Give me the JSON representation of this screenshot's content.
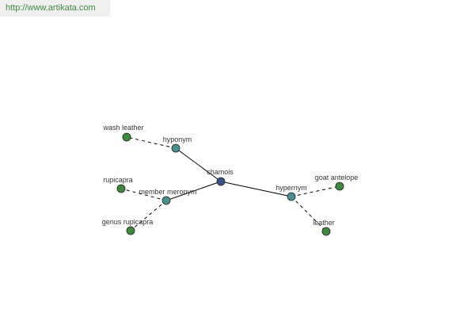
{
  "header": {
    "url_text": "http://www.artikata.com"
  },
  "colors": {
    "center_node": "#3a4f86",
    "relation_node": "#4a9090",
    "leaf_node": "#3f8a3f",
    "edge": "#000000",
    "link": "#3d8a3d"
  },
  "graph": {
    "nodes": [
      {
        "id": "center",
        "label": "chamois",
        "kind": "center"
      },
      {
        "id": "hyponym",
        "label": "hyponym",
        "kind": "relation"
      },
      {
        "id": "member_meronym",
        "label": "member meronym",
        "kind": "relation"
      },
      {
        "id": "hypernym",
        "label": "hypernym",
        "kind": "relation"
      },
      {
        "id": "wash_leather",
        "label": "wash leather",
        "kind": "leaf"
      },
      {
        "id": "rupicapra",
        "label": "rupicapra",
        "kind": "leaf"
      },
      {
        "id": "genus_rupicapra",
        "label": "genus rupicapra",
        "kind": "leaf"
      },
      {
        "id": "goat_antelope",
        "label": "goat antelope",
        "kind": "leaf"
      },
      {
        "id": "leather",
        "label": "leather",
        "kind": "leaf"
      }
    ],
    "edges": [
      {
        "from": "center",
        "to": "hyponym",
        "style": "solid"
      },
      {
        "from": "center",
        "to": "member_meronym",
        "style": "solid"
      },
      {
        "from": "center",
        "to": "hypernym",
        "style": "solid"
      },
      {
        "from": "hyponym",
        "to": "wash_leather",
        "style": "dashed"
      },
      {
        "from": "member_meronym",
        "to": "rupicapra",
        "style": "dashed"
      },
      {
        "from": "member_meronym",
        "to": "genus_rupicapra",
        "style": "dashed"
      },
      {
        "from": "hypernym",
        "to": "goat_antelope",
        "style": "dashed"
      },
      {
        "from": "hypernym",
        "to": "leather",
        "style": "dashed"
      }
    ]
  }
}
